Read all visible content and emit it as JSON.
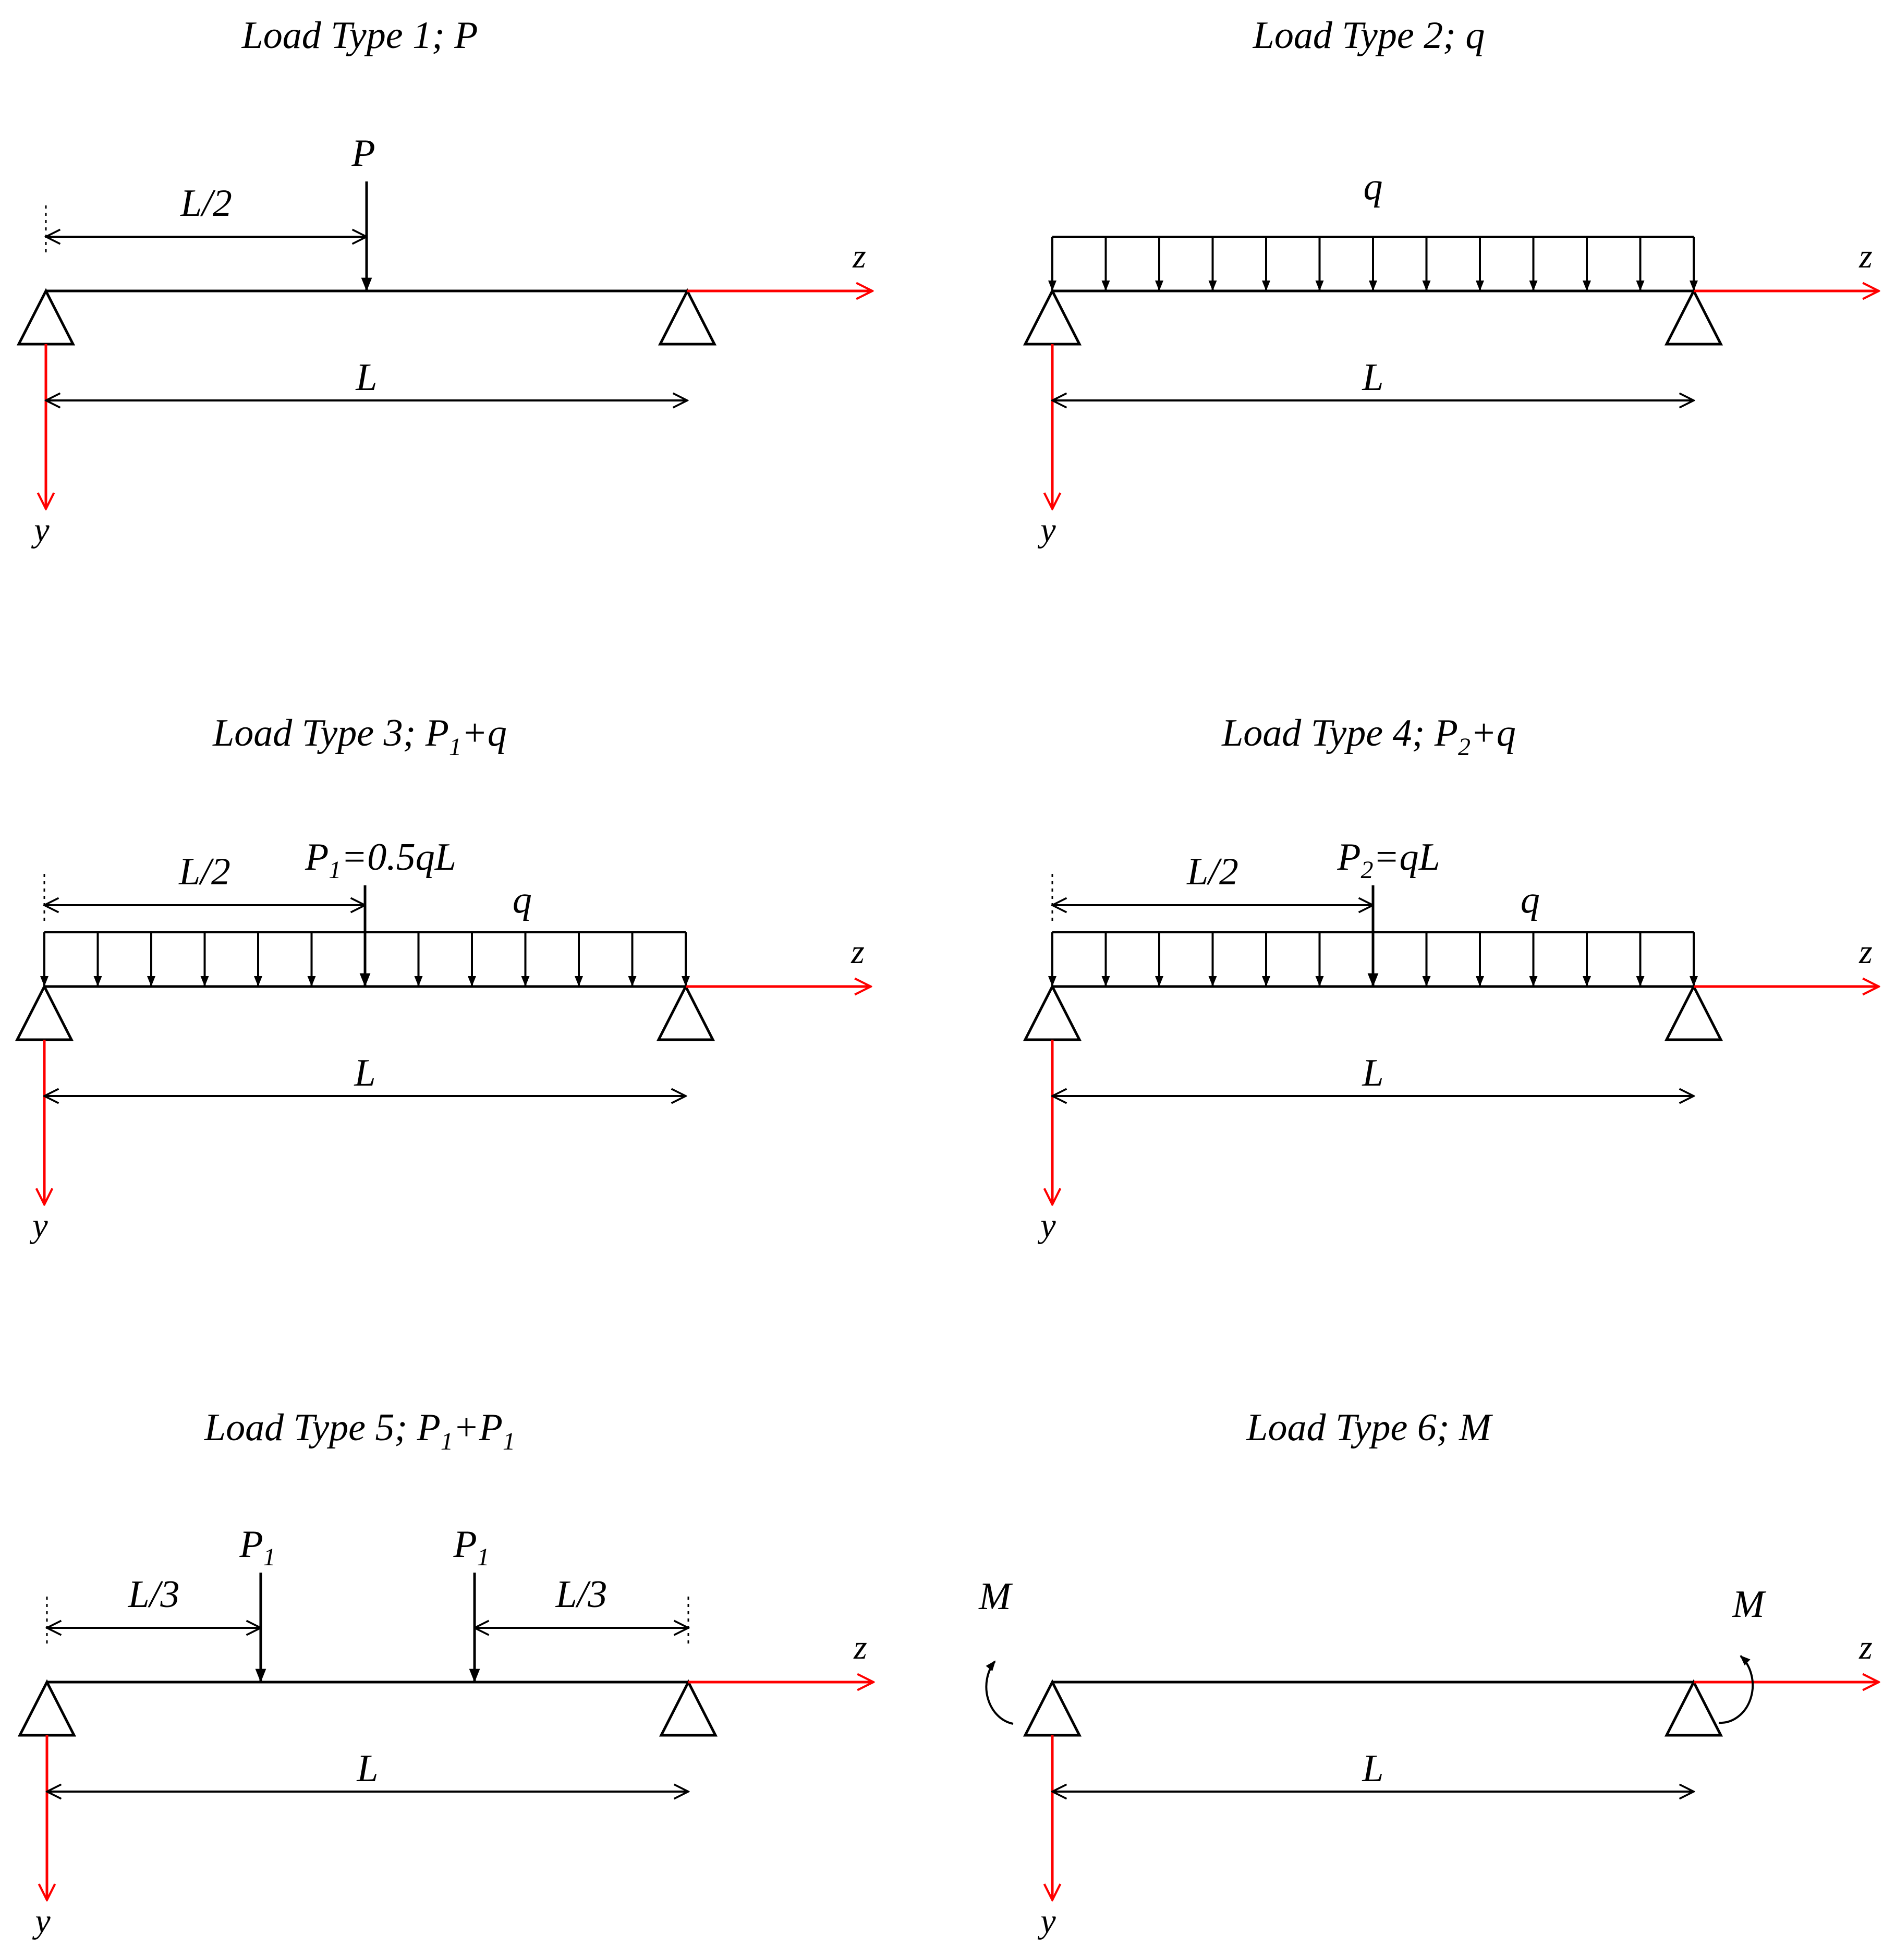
{
  "colors": {
    "axis": "#ff0000",
    "ink": "#000000",
    "background": "#ffffff"
  },
  "axes": {
    "z": "z",
    "y": "y"
  },
  "span_label": "L",
  "panels": [
    {
      "title": {
        "pre": "Load Type 1; P",
        "sub1": "",
        "mid": "",
        "sub2": "",
        "post": ""
      },
      "point_loads": [
        {
          "pos": 0.5,
          "label": {
            "main": "P",
            "sub": "",
            "rest": ""
          }
        }
      ],
      "distributed": false,
      "distributed_label": "",
      "moments": false,
      "moment_label": "",
      "dims": [
        {
          "from": 0,
          "to": 0.5,
          "label": "L/2"
        }
      ]
    },
    {
      "title": {
        "pre": "Load Type 2; q",
        "sub1": "",
        "mid": "",
        "sub2": "",
        "post": ""
      },
      "point_loads": [],
      "distributed": true,
      "distributed_label": "q",
      "moments": false,
      "moment_label": "",
      "dims": []
    },
    {
      "title": {
        "pre": "Load Type 3; P",
        "sub1": "1",
        "mid": "+q",
        "sub2": "",
        "post": ""
      },
      "point_loads": [
        {
          "pos": 0.5,
          "label": {
            "main": "P",
            "sub": "1",
            "rest": "=0.5qL"
          }
        }
      ],
      "distributed": true,
      "distributed_label": "q",
      "moments": false,
      "moment_label": "",
      "dims": [
        {
          "from": 0,
          "to": 0.5,
          "label": "L/2"
        }
      ]
    },
    {
      "title": {
        "pre": "Load Type 4; P",
        "sub1": "2",
        "mid": "+q",
        "sub2": "",
        "post": ""
      },
      "point_loads": [
        {
          "pos": 0.5,
          "label": {
            "main": "P",
            "sub": "2",
            "rest": "=qL"
          }
        }
      ],
      "distributed": true,
      "distributed_label": "q",
      "moments": false,
      "moment_label": "",
      "dims": [
        {
          "from": 0,
          "to": 0.5,
          "label": "L/2"
        }
      ]
    },
    {
      "title": {
        "pre": "Load Type 5; P",
        "sub1": "1",
        "mid": "+P",
        "sub2": "1",
        "post": ""
      },
      "point_loads": [
        {
          "pos": 0.3333,
          "label": {
            "main": "P",
            "sub": "1",
            "rest": ""
          }
        },
        {
          "pos": 0.6667,
          "label": {
            "main": "P",
            "sub": "1",
            "rest": ""
          }
        }
      ],
      "distributed": false,
      "distributed_label": "",
      "moments": false,
      "moment_label": "",
      "dims": [
        {
          "from": 0,
          "to": 0.3333,
          "label": "L/3"
        },
        {
          "from": 0.6667,
          "to": 1,
          "label": "L/3"
        }
      ]
    },
    {
      "title": {
        "pre": "Load Type 6; M",
        "sub1": "",
        "mid": "",
        "sub2": "",
        "post": ""
      },
      "point_loads": [],
      "distributed": false,
      "distributed_label": "",
      "moments": true,
      "moment_label": "M",
      "dims": []
    }
  ]
}
